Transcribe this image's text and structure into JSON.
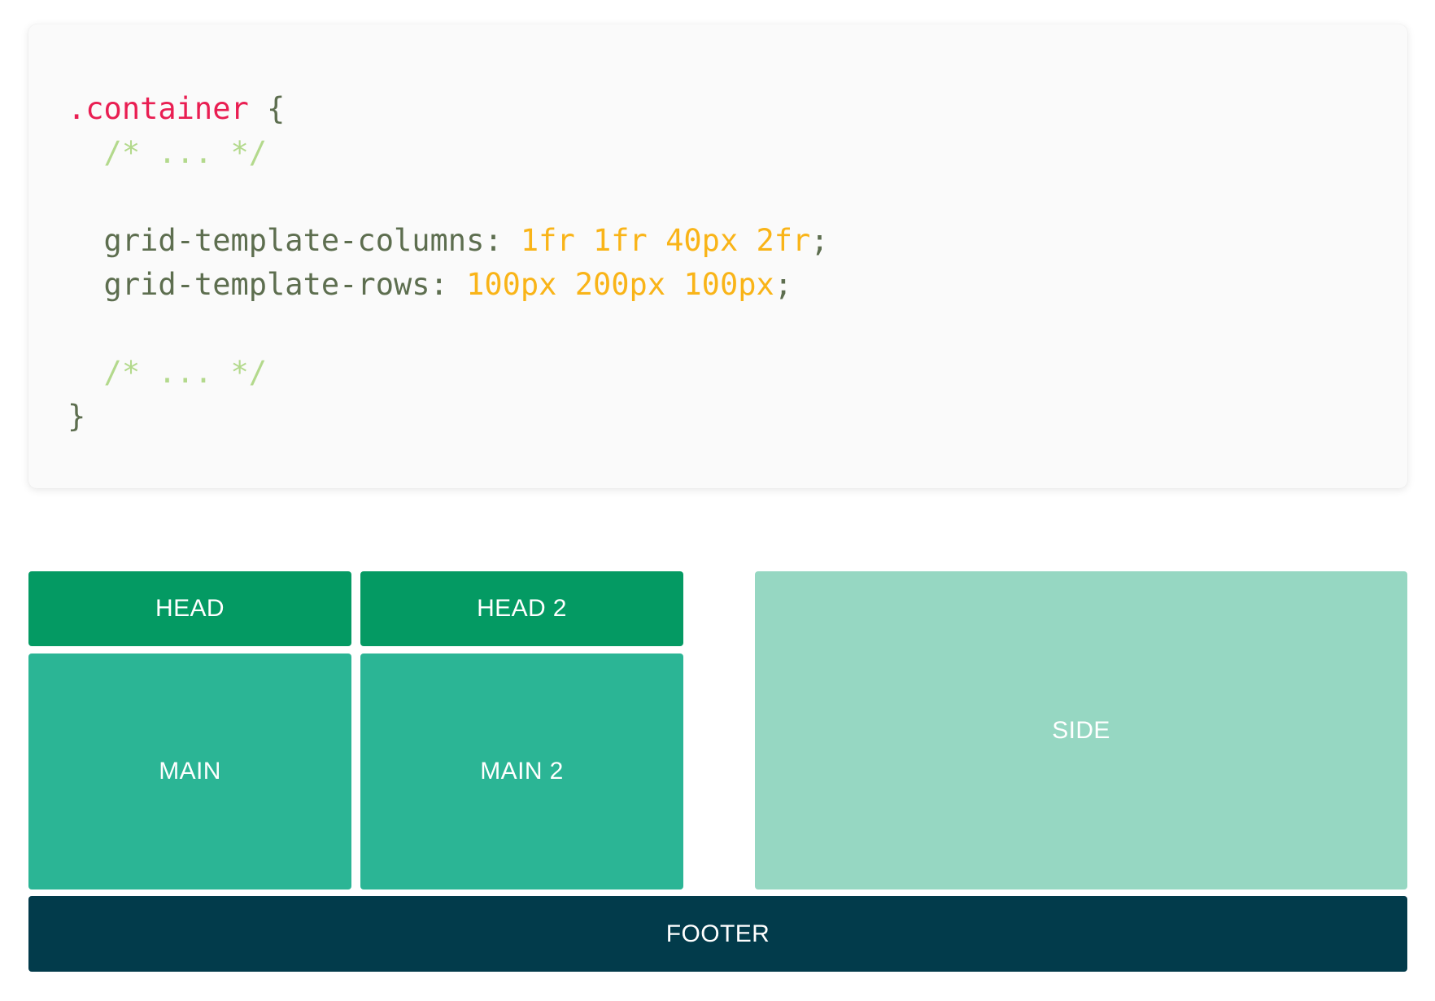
{
  "code_card": {
    "language": "css",
    "lines": [
      {
        "id": "l1",
        "tokens": [
          {
            "text": ".container",
            "kind": "selector"
          },
          {
            "text": " {",
            "kind": "punct"
          }
        ]
      },
      {
        "id": "l2",
        "tokens": [
          {
            "text": "  /* ... */",
            "kind": "comment"
          }
        ]
      },
      {
        "id": "l3",
        "tokens": [
          {
            "text": "",
            "kind": "punct"
          }
        ]
      },
      {
        "id": "l4",
        "tokens": [
          {
            "text": "  grid-template-columns: ",
            "kind": "prop"
          },
          {
            "text": "1fr 1fr 40px 2fr",
            "kind": "value"
          },
          {
            "text": ";",
            "kind": "punct"
          }
        ]
      },
      {
        "id": "l5",
        "tokens": [
          {
            "text": "  grid-template-rows: ",
            "kind": "prop"
          },
          {
            "text": "100px 200px 100px",
            "kind": "value"
          },
          {
            "text": ";",
            "kind": "punct"
          }
        ]
      },
      {
        "id": "l6",
        "tokens": [
          {
            "text": "",
            "kind": "punct"
          }
        ]
      },
      {
        "id": "l7",
        "tokens": [
          {
            "text": "  /* ... */",
            "kind": "comment"
          }
        ]
      },
      {
        "id": "l8",
        "tokens": [
          {
            "text": "}",
            "kind": "punct"
          }
        ]
      }
    ],
    "full_text": ".container {\n  /* ... */\n\n  grid-template-columns: 1fr 1fr 40px 2fr;\n  grid-template-rows: 100px 200px 100px;\n\n  /* ... */\n}",
    "colors": {
      "background": "#fafafa",
      "selector": "#e91e52",
      "property": "#5d6e4f",
      "value": "#f9b418",
      "comment": "#b3d98c"
    }
  },
  "grid_demo": {
    "cells": [
      {
        "key": "head",
        "label": "HEAD",
        "color": "#049a63"
      },
      {
        "key": "head2",
        "label": "HEAD 2",
        "color": "#049a63"
      },
      {
        "key": "main",
        "label": "MAIN",
        "color": "#2bb595"
      },
      {
        "key": "main2",
        "label": "MAIN 2",
        "color": "#2bb595"
      },
      {
        "key": "side",
        "label": "SIDE",
        "color": "#96d7c2"
      },
      {
        "key": "footer",
        "label": "FOOTER",
        "color": "#023b4b"
      }
    ]
  }
}
